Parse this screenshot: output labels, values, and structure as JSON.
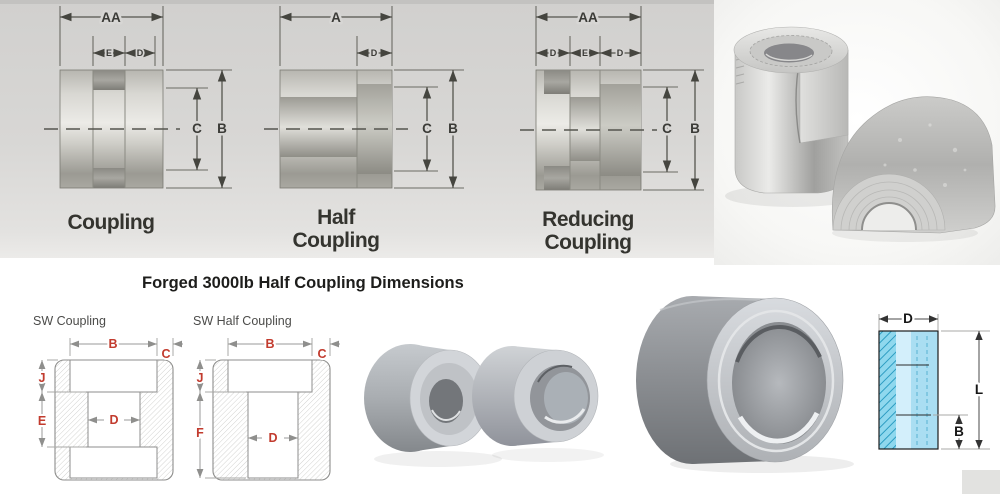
{
  "colors": {
    "top_panel_bg": "#d7d6d4",
    "dimension_red": "#c23b2e",
    "blue_fill": "#aadef2",
    "blue_hatch": "#2196bd"
  },
  "top_panel": {
    "coupling": {
      "top_dim": "AA",
      "sub_dim_1": "E",
      "sub_dim_2": "D",
      "dim_c": "C",
      "dim_b": "B",
      "label": "Coupling"
    },
    "half_coupling": {
      "top_dim": "A",
      "sub_dim_1": "D",
      "dim_c": "C",
      "dim_b": "B",
      "label_1": "Half",
      "label_2": "Coupling"
    },
    "reducing_coupling": {
      "top_dim": "AA",
      "sub_dim_1": "D",
      "sub_dim_2": "E",
      "sub_dim_3": "D",
      "dim_c": "C",
      "dim_b": "B",
      "label_1": "Reducing",
      "label_2": "Coupling"
    }
  },
  "bottom_panel": {
    "title": "Forged 3000lb Half Coupling Dimensions",
    "sw_coupling": {
      "label": "SW Coupling",
      "dim_b": "B",
      "dim_c": "C",
      "dim_j": "J",
      "dim_e": "E",
      "dim_d": "D"
    },
    "sw_half_coupling": {
      "label": "SW Half Coupling",
      "dim_b": "B",
      "dim_c": "C",
      "dim_j": "J",
      "dim_f": "F",
      "dim_d": "D"
    },
    "blue_drawing": {
      "dim_d": "D",
      "dim_l": "L",
      "dim_b": "B"
    }
  }
}
